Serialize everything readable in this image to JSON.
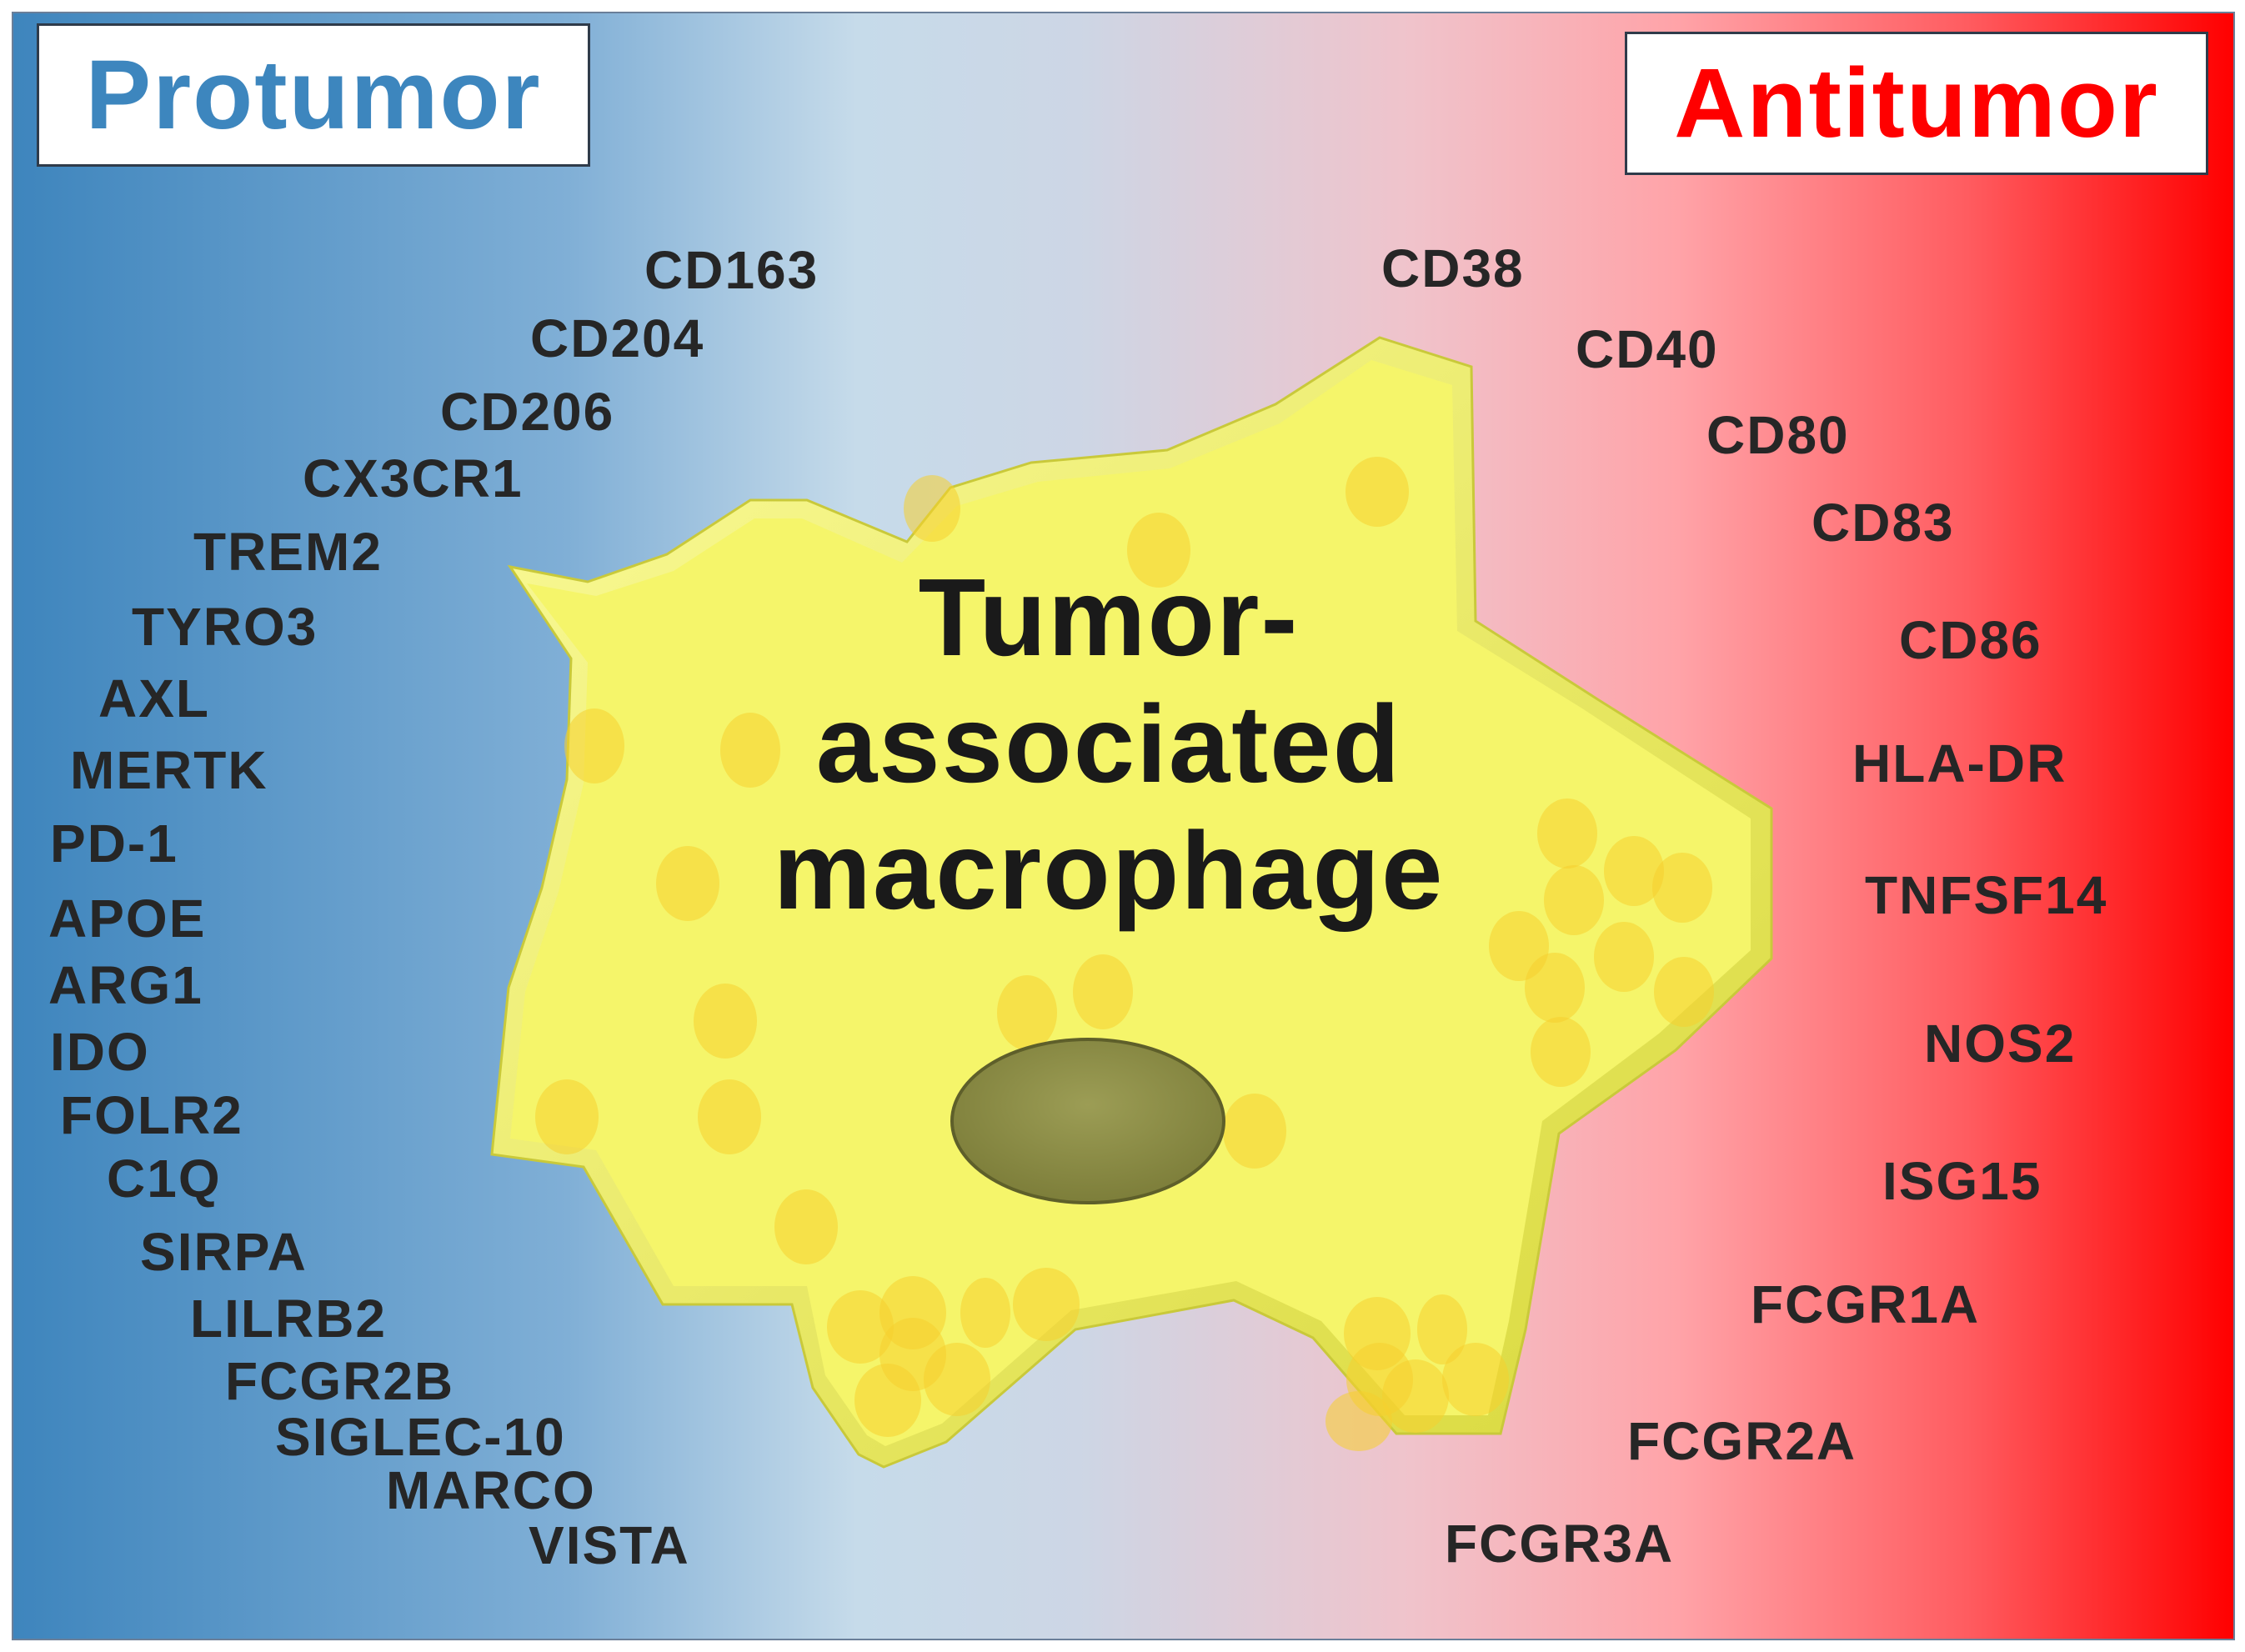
{
  "title_left": "Protumor",
  "title_right": "Antitumor",
  "cell_label": [
    "Tumor-",
    "associated",
    "macrophage"
  ],
  "protumor_markers": [
    "CD163",
    "CD204",
    "CD206",
    "CX3CR1",
    "TREM2",
    "TYRO3",
    "AXL",
    "MERTK",
    "PD-1",
    "APOE",
    "ARG1",
    "IDO",
    "FOLR2",
    "C1Q",
    "SIRPA",
    "LILRB2",
    "FCGR2B",
    "SIGLEC-10",
    "MARCO",
    "VISTA"
  ],
  "antitumor_markers": [
    "CD38",
    "CD40",
    "CD80",
    "CD83",
    "CD86",
    "HLA-DR",
    "TNFSF14",
    "NOS2",
    "ISG15",
    "FCGR1A",
    "FCGR2A",
    "FCGR3A"
  ],
  "colors": {
    "protumor": "#3d86be",
    "antitumor": "#ff0000",
    "cell_fill": "#f5f56a",
    "nucleus": "#8e8f4a"
  }
}
